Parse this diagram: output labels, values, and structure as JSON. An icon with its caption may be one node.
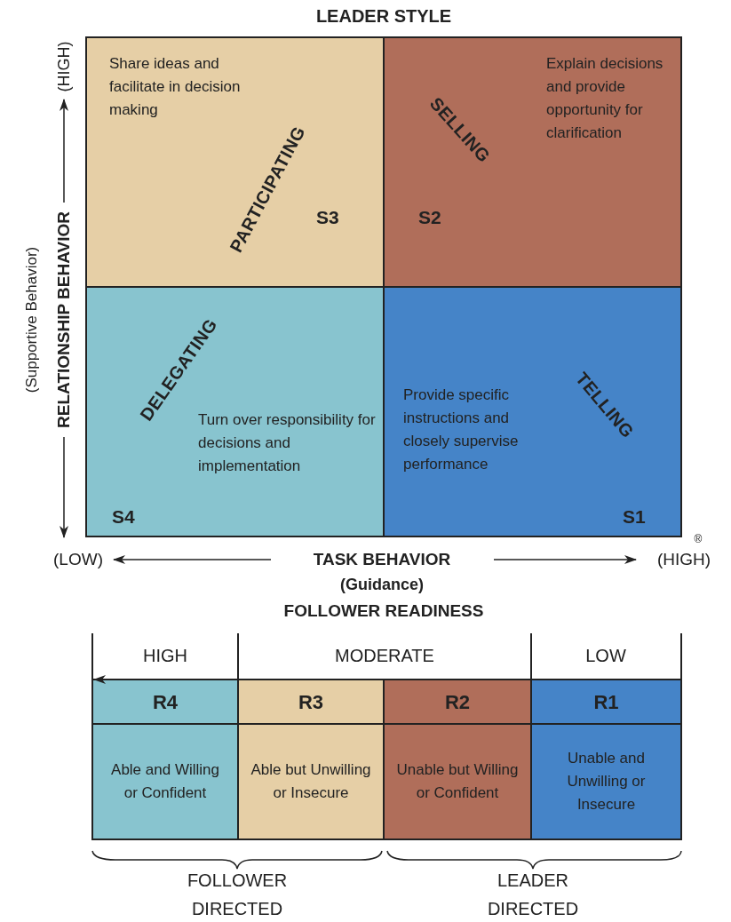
{
  "diagram": {
    "title": "LEADER STYLE",
    "nodes": [
      {
        "text": [
          "PARTICIPATING",
          "Share ideas and facilitate in decision making",
          "S3"
        ]
      },
      {
        "text": [
          "SELLING",
          "Explain decisions and provide opportunity for clarification",
          "S2"
        ]
      },
      {
        "text": [
          "DELEGATING",
          "Turn over responsibility for decisions and implementation",
          "S4"
        ]
      },
      {
        "text": [
          "TELLING",
          "Provide specific instructions and closely supervise performance",
          "S1"
        ]
      },
      {
        "text": [
          "R4",
          "Able and Willing or Confident"
        ]
      },
      {
        "text": [
          "R3",
          "Able but Unwilling or Insecure"
        ]
      },
      {
        "text": [
          "R2",
          "Unable but Willing or Confident"
        ]
      },
      {
        "text": [
          "R1",
          "Unable and Unwilling or Insecure"
        ]
      }
    ],
    "edges": [],
    "labels": [
      "(HIGH)",
      "RELATIONSHIP BEHAVIOR",
      "(Supportive Behavior)",
      "(LOW)",
      "TASK BEHAVIOR",
      "(Guidance)",
      "(HIGH)",
      "®",
      "FOLLOWER READINESS",
      "HIGH",
      "MODERATE",
      "LOW",
      "FOLLOWER DIRECTED",
      "LEADER DIRECTED"
    ]
  }
}
